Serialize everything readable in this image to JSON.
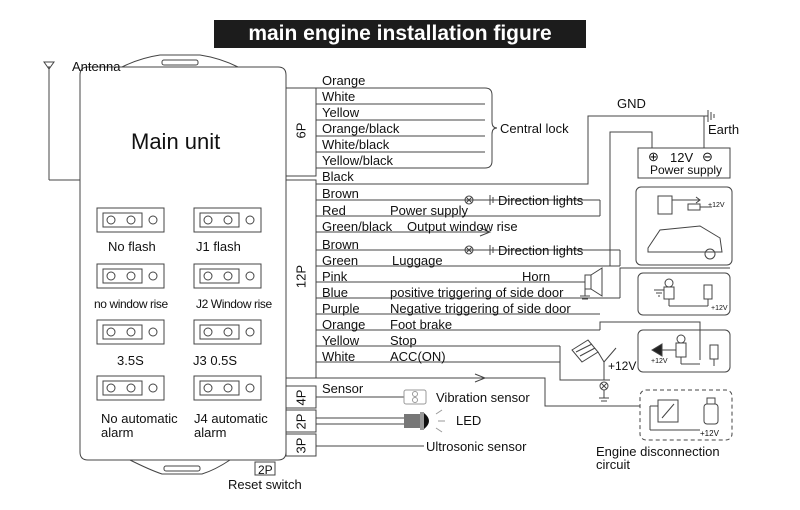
{
  "title": "main engine installation figure",
  "main_unit": {
    "label": "Main unit",
    "antenna_label": "Antenna",
    "reset_switch": {
      "connector": "2P",
      "label": "Reset switch"
    }
  },
  "jumpers": [
    {
      "left_label": "No flash",
      "right_label": "J1  flash"
    },
    {
      "left_label": "no window rise",
      "right_label": "J2 Window rise"
    },
    {
      "left_label": "3.5S",
      "right_label": "J3  0.5S"
    },
    {
      "left_label": "No automatic alarm",
      "right_label": "J4 automatic alarm"
    }
  ],
  "connectors": {
    "p6": {
      "label": "6P",
      "wires": [
        {
          "color": "Orange",
          "desc": ""
        },
        {
          "color": "White",
          "desc": ""
        },
        {
          "color": "Yellow",
          "desc": ""
        },
        {
          "color": "Orange/black",
          "desc": ""
        },
        {
          "color": "White/black",
          "desc": ""
        },
        {
          "color": "Yellow/black",
          "desc": ""
        }
      ],
      "group_label": "Central lock"
    },
    "black_wire": {
      "color": "Black"
    },
    "p12": {
      "label": "12P",
      "wires": [
        {
          "color": "Brown",
          "desc": ""
        },
        {
          "color": "Red",
          "desc": "Power supply"
        },
        {
          "color": "Green/black",
          "desc": "Output window rise"
        },
        {
          "color": "Brown",
          "desc": ""
        },
        {
          "color": "Green",
          "desc": "Luggage"
        },
        {
          "color": "Pink",
          "desc": "Horn"
        },
        {
          "color": "Blue",
          "desc": "positive triggering of side door"
        },
        {
          "color": "Purple",
          "desc": "Negative triggering of side door"
        },
        {
          "color": "Orange",
          "desc": "Foot brake"
        },
        {
          "color": "Yellow",
          "desc": "Stop"
        },
        {
          "color": "White",
          "desc": "ACC(ON)"
        }
      ],
      "direction_lights_1": "Direction lights",
      "direction_lights_2": "Direction lights"
    },
    "p4": {
      "label": "4P",
      "wire": "Sensor",
      "device": "Vibration sensor"
    },
    "p2": {
      "label": "2P",
      "device": "LED"
    },
    "p3": {
      "label": "3P",
      "device": "Ultrosonic sensor"
    }
  },
  "power": {
    "gnd_label": "GND",
    "earth_label": "Earth",
    "voltage": "12V",
    "label": "Power supply",
    "plus_symbol": "⊕",
    "minus_symbol": "⊖"
  },
  "plus12v": "+12V",
  "engine_disconnect": {
    "label_line1": "Engine disconnection",
    "label_line2": "circuit"
  },
  "icons": [
    "antenna-icon",
    "lamp-icon",
    "ground-icon",
    "horn-icon",
    "relay-icon",
    "car-trunk-icon",
    "door-switch-icon",
    "brake-pedal-icon",
    "led-icon",
    "vibration-sensor-icon",
    "starter-motor-icon"
  ]
}
